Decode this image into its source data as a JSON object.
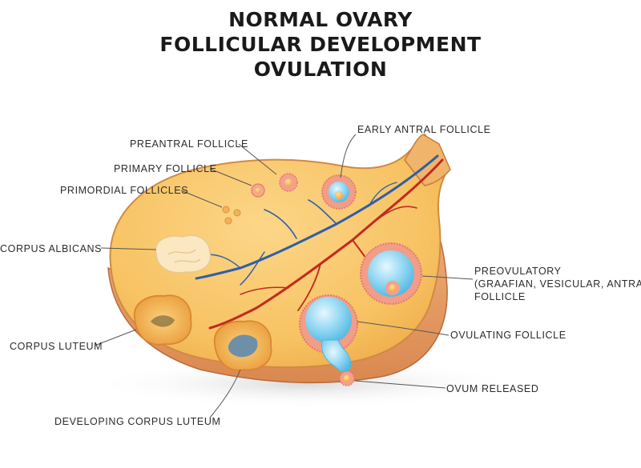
{
  "title": {
    "line1": "NORMAL OVARY",
    "line2": "FOLLICULAR DEVELOPMENT",
    "line3": "OVULATION"
  },
  "labels": {
    "early_antral": "EARLY ANTRAL FOLLICLE",
    "preantral": "PREANTRAL FOLLICLE",
    "primary": "PRIMARY FOLLICLE",
    "primordial": "PRIMORDIAL FOLLICLES",
    "corpus_albicans": "CORPUS ALBICANS",
    "preovulatory_1": "PREOVULATORY",
    "preovulatory_2": "(GRAAFIAN, VESICULAR, ANTRAL)",
    "preovulatory_3": "FOLLICLE",
    "corpus_luteum": "CORPUS LUTEUM",
    "ovulating": "OVULATING FOLLICLE",
    "ovum_released": "OVUM RELEASED",
    "developing_cl": "DEVELOPING CORPUS LUTEUM"
  },
  "colors": {
    "ovary_fill": "#f8c46a",
    "ovary_outer": "#d78a4a",
    "wall": "#e7a06a",
    "follicle_ring": "#e78a8a",
    "antrum": "#6cc9ec",
    "oocyte": "#f7b04e",
    "artery": "#c22a1f",
    "vein": "#2e5fa8"
  }
}
